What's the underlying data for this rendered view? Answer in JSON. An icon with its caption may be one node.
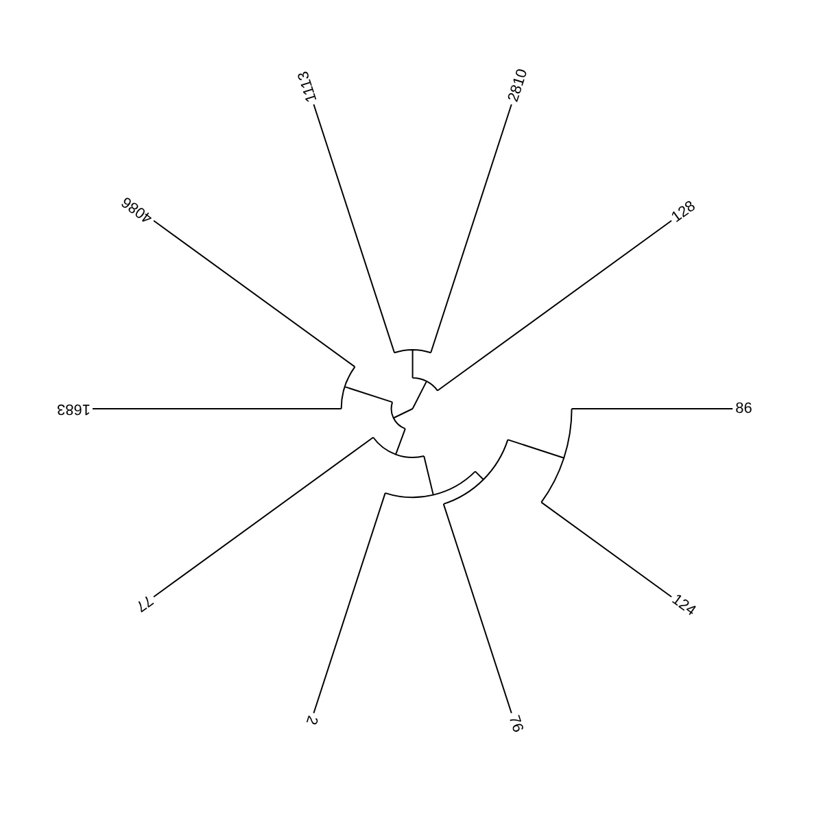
{
  "diagram": {
    "labels": [
      "1113",
      "2810",
      "4086",
      "128",
      "1683",
      "86",
      "77",
      "124",
      "2",
      "76"
    ]
  }
}
